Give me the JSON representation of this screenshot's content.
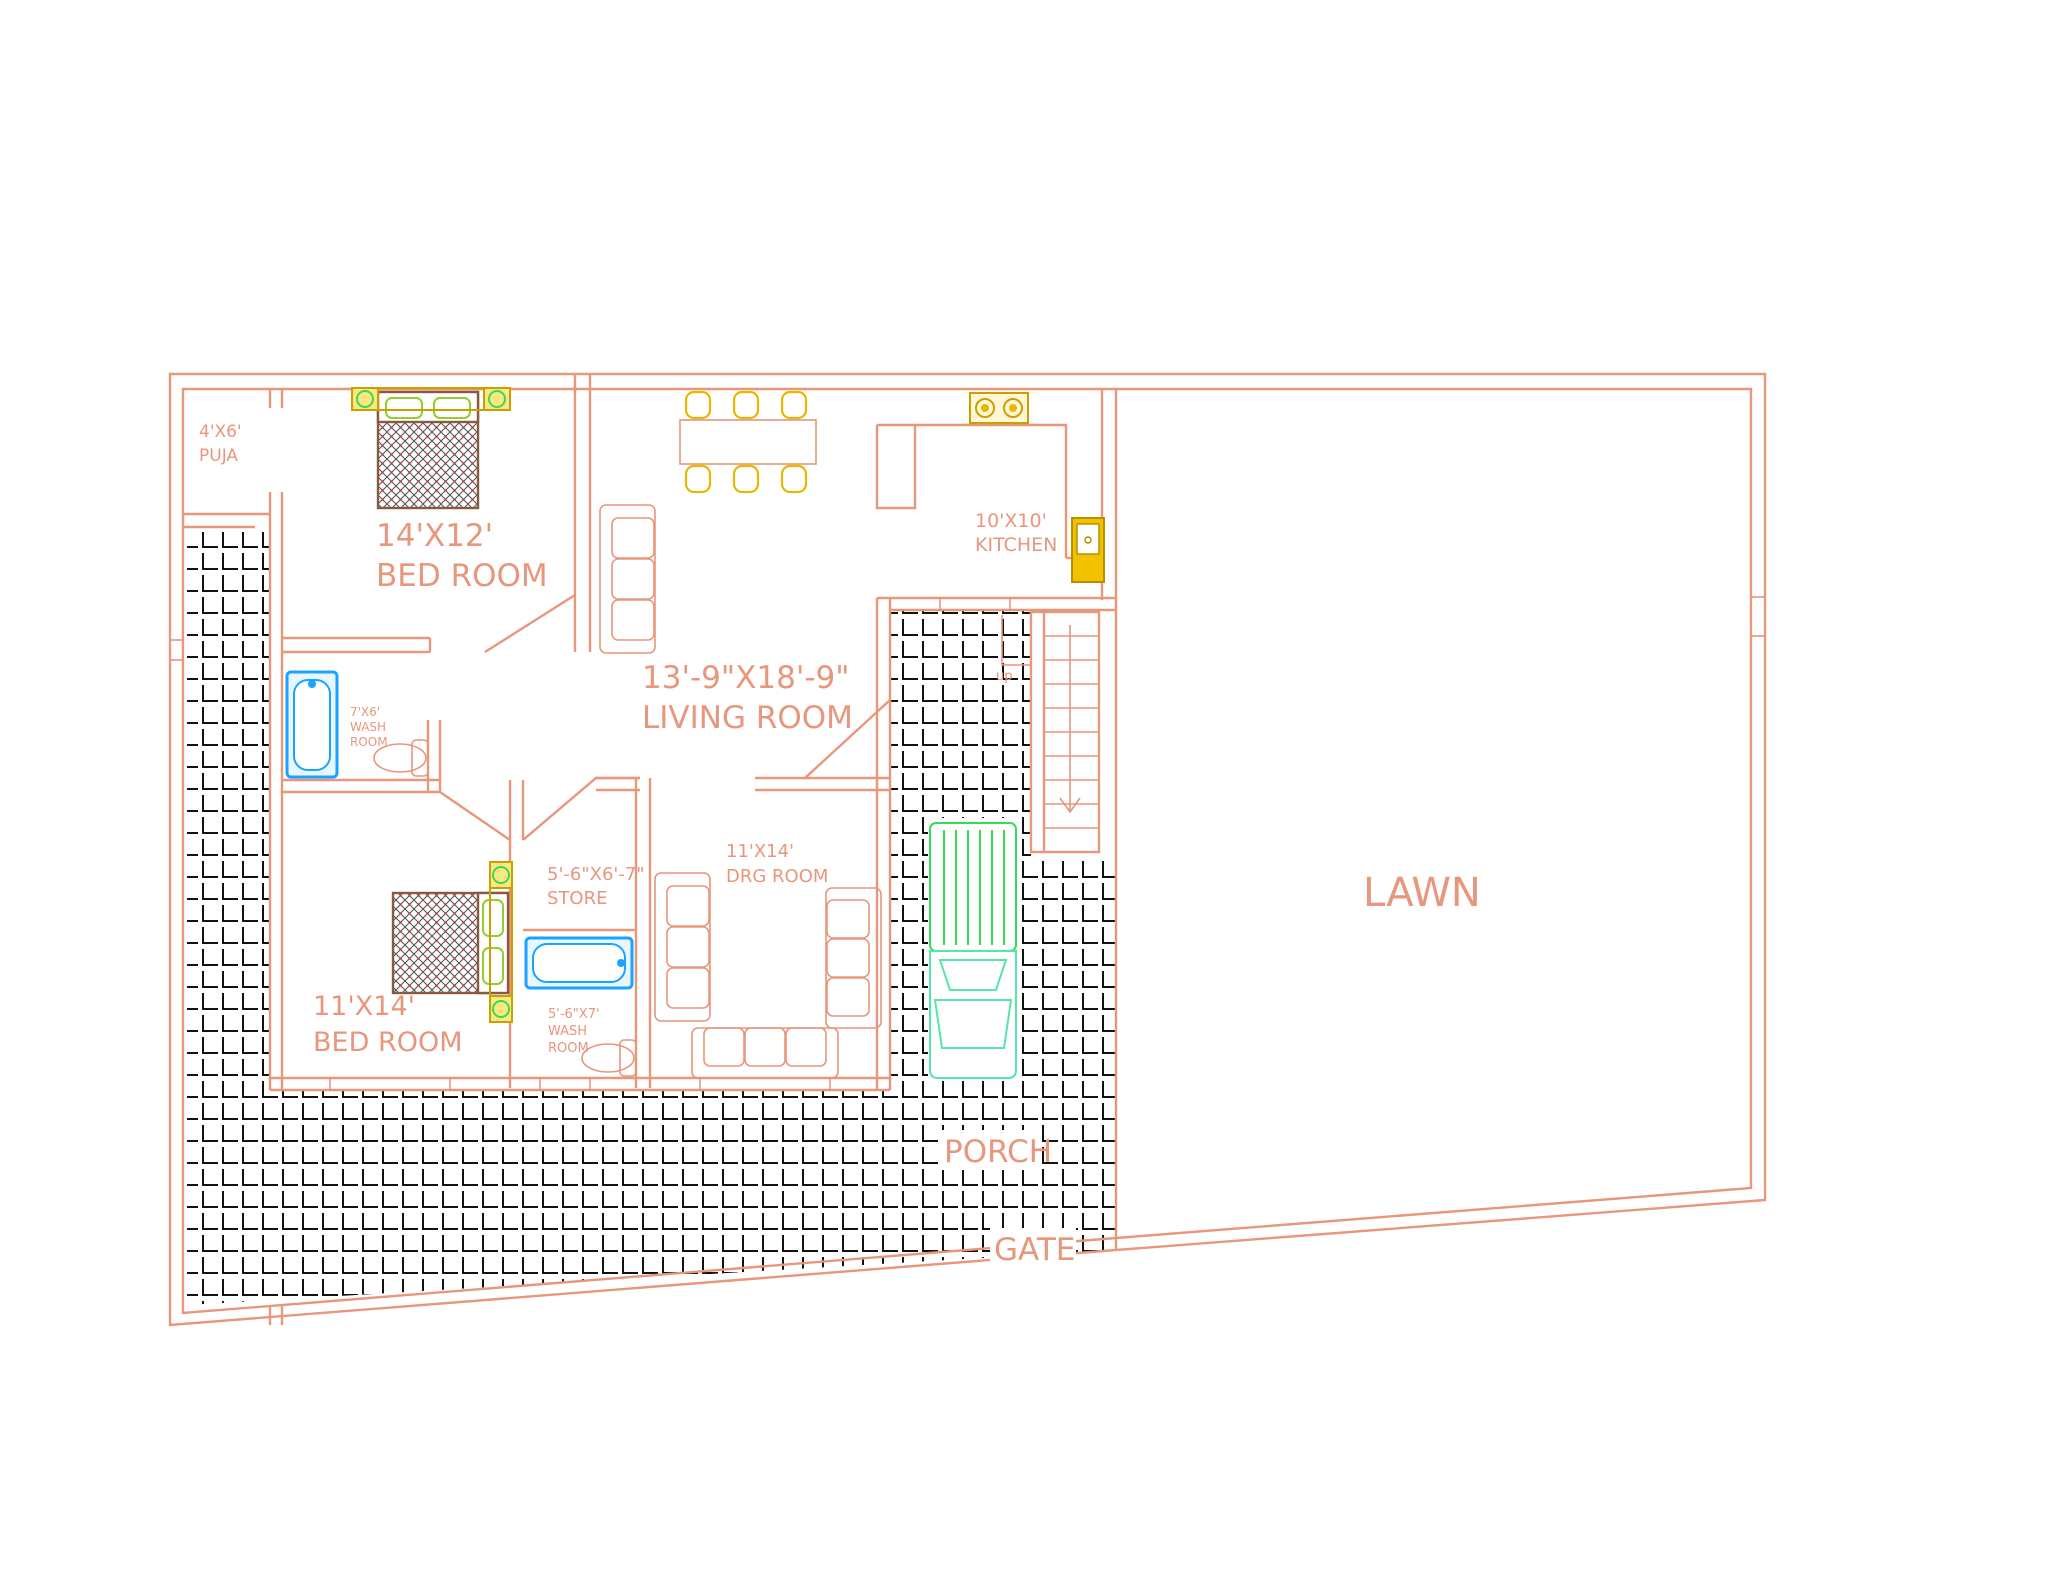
{
  "colors": {
    "wall": "#e8967c",
    "paving": "#111111",
    "furniture_yellow": "#e6b800",
    "bath_blue": "#1aa3ff",
    "plant_green": "#33dd55",
    "car_mint": "#55e6aa"
  },
  "rooms": {
    "puja": {
      "size": "4'X6'",
      "name": "PUJA"
    },
    "bed_room_1": {
      "size": "14'X12'",
      "name": "BED ROOM"
    },
    "living_room": {
      "size": "13'-9\"X18'-9\"",
      "name": "LIVING ROOM"
    },
    "kitchen": {
      "size": "10'X10'",
      "name": "KITCHEN"
    },
    "wash_room_1": {
      "size": "7'X6'",
      "line1": "WASH",
      "line2": "ROOM"
    },
    "store": {
      "size": "5'-6\"X6'-7\"",
      "name": "STORE"
    },
    "drg_room": {
      "size": "11'X14'",
      "name": "DRG ROOM"
    },
    "bed_room_2": {
      "size": "11'X14'",
      "name": "BED ROOM"
    },
    "wash_room_2": {
      "size": "5'-6\"X7'",
      "line1": "WASH",
      "line2": "ROOM"
    },
    "porch": {
      "name": "PORCH"
    },
    "gate": {
      "name": "GATE"
    },
    "lawn": {
      "name": "LAWN"
    },
    "stair": {
      "label": "up"
    }
  }
}
